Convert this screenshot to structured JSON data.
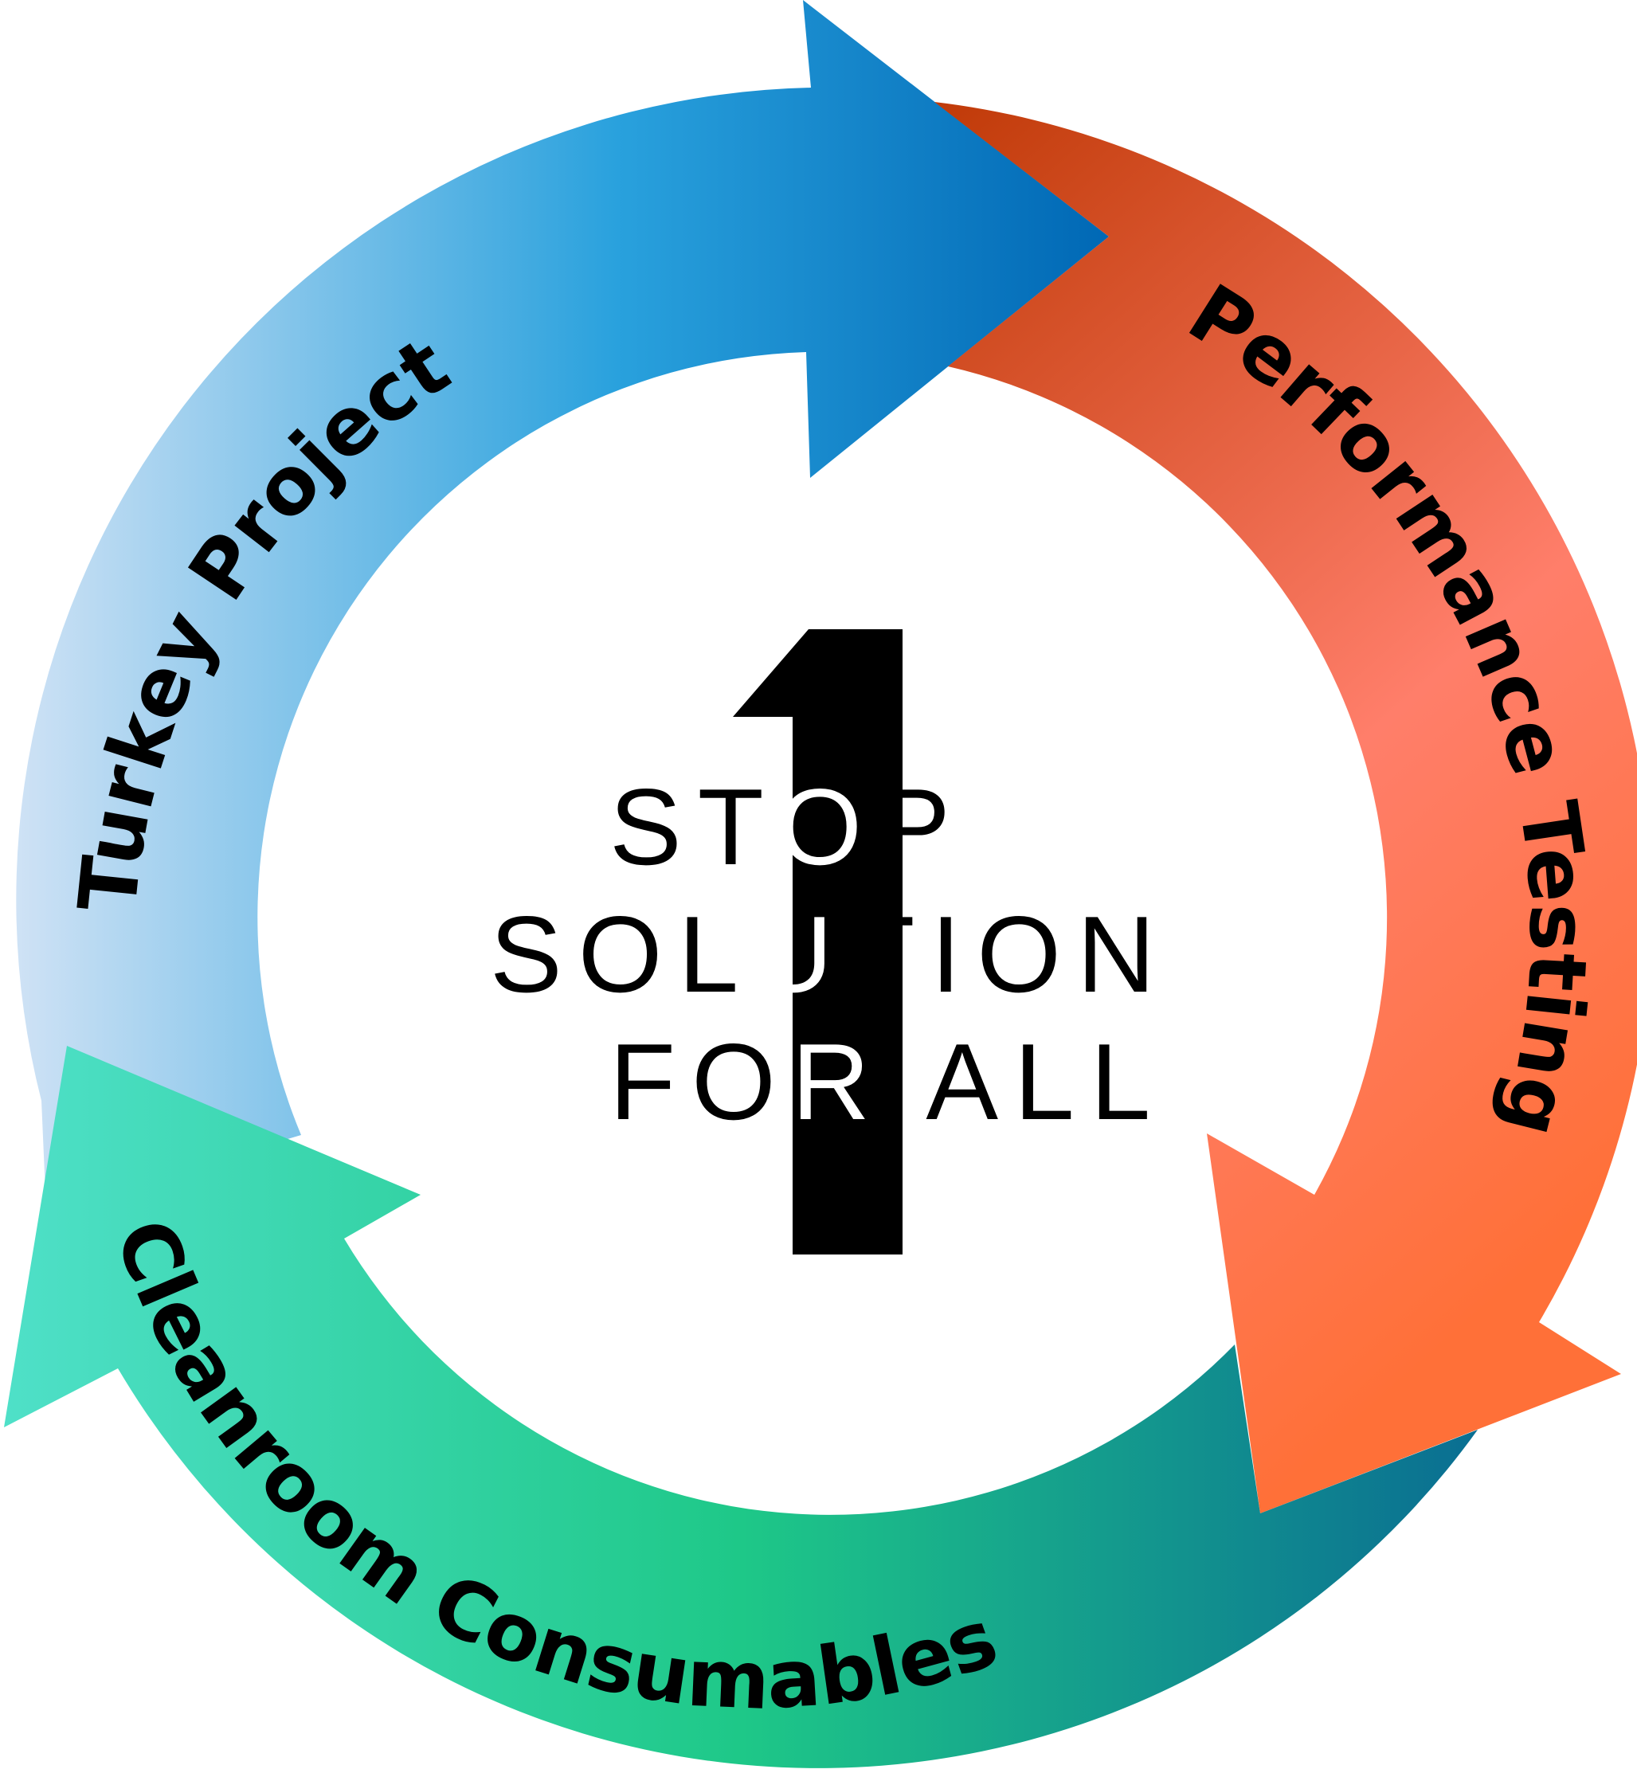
{
  "diagram": {
    "center": {
      "big_numeral": "1",
      "line1": {
        "before": "ST",
        "highlight": "O",
        "after": "P"
      },
      "line2": {
        "before": "SOL",
        "highlight": "U",
        "after": "TION"
      },
      "line3": {
        "before": "FO",
        "highlight": "R",
        "after": " ALL"
      }
    },
    "segments": [
      {
        "label": "Turkey Project",
        "colors": [
          "#cfe2f5",
          "#29a1dd",
          "#0068b5"
        ]
      },
      {
        "label": "Performance Testing",
        "colors": [
          "#c03a08",
          "#ff7e6a",
          "#ff7038"
        ]
      },
      {
        "label": "Cleanroom Consumables",
        "colors": [
          "#4fe0c8",
          "#1ec888",
          "#0a6e92"
        ]
      }
    ],
    "text_color": "#000000",
    "highlight_color": "#ffffff"
  }
}
